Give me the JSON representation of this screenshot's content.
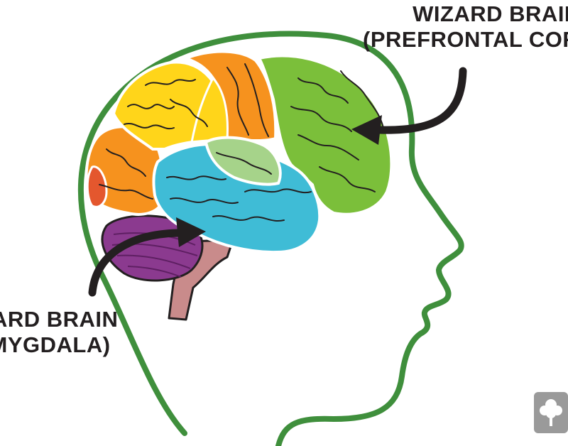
{
  "labels": {
    "wizard_line1": "WIZARD BRAIN",
    "wizard_line2": "(PREFRONTAL CORTEX)",
    "lizard_line1": "LIZARD BRAIN",
    "lizard_line2": "(AMYGDALA)"
  },
  "colors": {
    "head_outline": "#3f8f3c",
    "frontal_lobe": "#7bbf3a",
    "parietal_lobe": "#ffd51a",
    "orange_lobes": "#f6921e",
    "temporal_lobe": "#3fbcd6",
    "light_green_region": "#a6d38a",
    "cerebellum": "#8b3a8f",
    "brain_stem": "#c98b8b",
    "arrow": "#231f20"
  },
  "icons": {
    "logo": "tree-icon"
  }
}
